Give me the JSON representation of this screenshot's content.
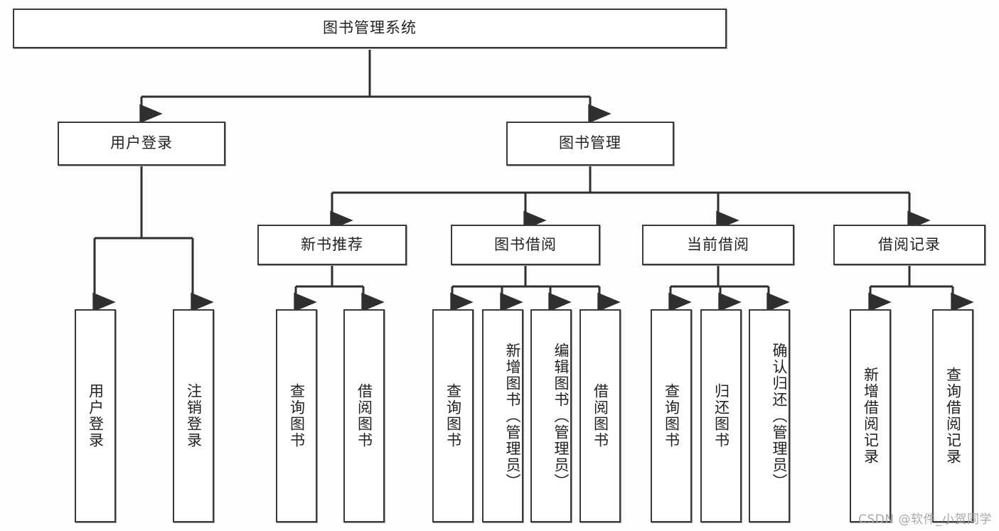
{
  "diagram": {
    "title": "图书管理系统",
    "type": "tree-hierarchy",
    "root": {
      "label": "图书管理系统"
    },
    "level2": [
      {
        "label": "用户登录"
      },
      {
        "label": "图书管理"
      }
    ],
    "level3": [
      {
        "label": "新书推荐"
      },
      {
        "label": "图书借阅"
      },
      {
        "label": "当前借阅"
      },
      {
        "label": "借阅记录"
      }
    ],
    "leaves_user_login": [
      {
        "label": "用户登录"
      },
      {
        "label": "注销登录"
      }
    ],
    "leaves_new_book": [
      {
        "label": "查询图书"
      },
      {
        "label": "借阅图书"
      }
    ],
    "leaves_borrow": [
      {
        "label": "查询图书"
      },
      {
        "label": "新增图书（管理员）"
      },
      {
        "label": "编辑图书（管理员）"
      },
      {
        "label": "借阅图书"
      }
    ],
    "leaves_current": [
      {
        "label": "查询图书"
      },
      {
        "label": "归还图书"
      },
      {
        "label": "确认归还（管理员）"
      }
    ],
    "leaves_records": [
      {
        "label": "新增借阅记录"
      },
      {
        "label": "查询借阅记录"
      }
    ]
  },
  "watermark": {
    "text": "CSDN @软件_小贺同学"
  },
  "colors": {
    "border": "#3a3a3a",
    "node_fill": "#ffffff",
    "text": "#222222",
    "edge": "#2f2f2f",
    "background": "#fdfdfd",
    "watermark": "#a8a8a8"
  }
}
